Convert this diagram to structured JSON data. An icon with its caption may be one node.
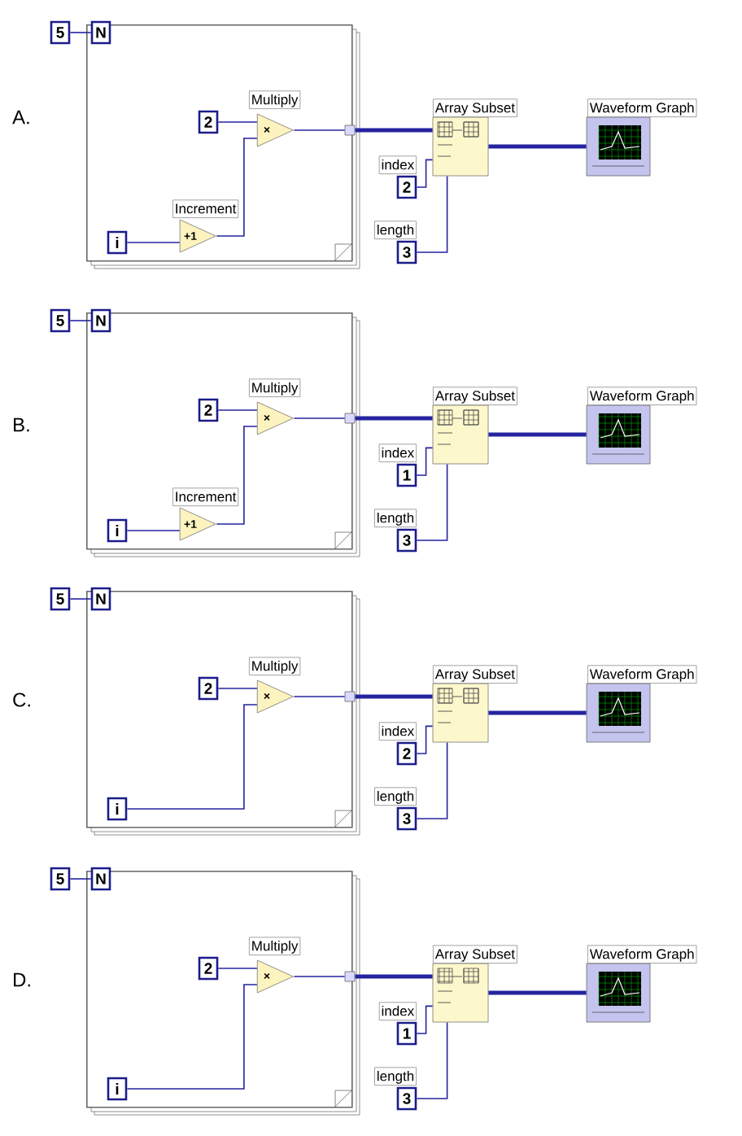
{
  "diagram": {
    "nodes": [
      {
        "text": [],
        "shape": "box"
      },
      {
        "text": [
          "5"
        ]
      },
      {
        "text": [
          "N"
        ],
        "in": 0
      },
      {
        "text": [
          "2"
        ],
        "in": 0
      },
      {
        "text": [
          "Multiply",
          "×"
        ],
        "in": 0
      },
      {
        "text": [
          "Increment",
          "+1"
        ],
        "in": 0
      },
      {
        "text": [
          "i"
        ],
        "in": 0
      },
      {
        "text": [],
        "shape": "box",
        "in": 0
      },
      {
        "text": [
          "Array Subset"
        ]
      },
      {
        "text": [
          "index",
          "2"
        ]
      },
      {
        "text": [
          "length",
          "3"
        ]
      },
      {
        "text": [
          "Waveform Graph"
        ]
      },
      {
        "text": [],
        "shape": "box"
      },
      {
        "text": [
          "5"
        ]
      },
      {
        "text": [
          "N"
        ],
        "in": 12
      },
      {
        "text": [
          "2"
        ],
        "in": 12
      },
      {
        "text": [
          "Multiply",
          "×"
        ],
        "in": 12
      },
      {
        "text": [
          "Increment",
          "+1"
        ],
        "in": 12
      },
      {
        "text": [
          "i"
        ],
        "in": 12
      },
      {
        "text": [],
        "shape": "box",
        "in": 12
      },
      {
        "text": [
          "Array Subset"
        ]
      },
      {
        "text": [
          "index",
          "1"
        ]
      },
      {
        "text": [
          "length",
          "3"
        ]
      },
      {
        "text": [
          "Waveform Graph"
        ]
      },
      {
        "text": [],
        "shape": "box"
      },
      {
        "text": [
          "5"
        ]
      },
      {
        "text": [
          "N"
        ],
        "in": 24
      },
      {
        "text": [
          "2"
        ],
        "in": 24
      },
      {
        "text": [
          "Multiply",
          "×"
        ],
        "in": 24
      },
      {
        "text": [
          "i"
        ],
        "in": 24
      },
      {
        "text": [],
        "shape": "box",
        "in": 24
      },
      {
        "text": [
          "Array Subset"
        ]
      },
      {
        "text": [
          "index",
          "2"
        ]
      },
      {
        "text": [
          "length",
          "3"
        ]
      },
      {
        "text": [
          "Waveform Graph"
        ]
      },
      {
        "text": [],
        "shape": "box"
      },
      {
        "text": [
          "5"
        ]
      },
      {
        "text": [
          "N"
        ],
        "in": 35
      },
      {
        "text": [
          "2"
        ],
        "in": 35
      },
      {
        "text": [
          "Multiply",
          "×"
        ],
        "in": 35
      },
      {
        "text": [
          "i"
        ],
        "in": 35
      },
      {
        "text": [],
        "shape": "box",
        "in": 35
      },
      {
        "text": [
          "Array Subset"
        ]
      },
      {
        "text": [
          "index",
          "1"
        ]
      },
      {
        "text": [
          "length",
          "3"
        ]
      },
      {
        "text": [
          "Waveform Graph"
        ]
      }
    ],
    "edges": [
      {
        "from": 1,
        "to": 2,
        "arrow": "none"
      },
      {
        "from": 3,
        "to": 4,
        "arrow": "none"
      },
      {
        "from": 6,
        "to": 5,
        "arrow": "none"
      },
      {
        "from": 5,
        "to": 4,
        "arrow": "none"
      },
      {
        "from": 4,
        "to": 7,
        "arrow": "none"
      },
      {
        "from": 7,
        "to": 8,
        "arrow": "none",
        "style": "thick"
      },
      {
        "from": 9,
        "to": 8,
        "arrow": "none"
      },
      {
        "from": 10,
        "to": 8,
        "arrow": "none"
      },
      {
        "from": 8,
        "to": 11,
        "arrow": "none",
        "style": "thick"
      },
      {
        "from": 13,
        "to": 14,
        "arrow": "none"
      },
      {
        "from": 15,
        "to": 16,
        "arrow": "none"
      },
      {
        "from": 18,
        "to": 17,
        "arrow": "none"
      },
      {
        "from": 17,
        "to": 16,
        "arrow": "none"
      },
      {
        "from": 16,
        "to": 19,
        "arrow": "none"
      },
      {
        "from": 19,
        "to": 20,
        "arrow": "none",
        "style": "thick"
      },
      {
        "from": 21,
        "to": 20,
        "arrow": "none"
      },
      {
        "from": 22,
        "to": 20,
        "arrow": "none"
      },
      {
        "from": 20,
        "to": 23,
        "arrow": "none",
        "style": "thick"
      },
      {
        "from": 25,
        "to": 26,
        "arrow": "none"
      },
      {
        "from": 27,
        "to": 28,
        "arrow": "none"
      },
      {
        "from": 29,
        "to": 28,
        "arrow": "none"
      },
      {
        "from": 28,
        "to": 30,
        "arrow": "none"
      },
      {
        "from": 30,
        "to": 31,
        "arrow": "none",
        "style": "thick"
      },
      {
        "from": 32,
        "to": 31,
        "arrow": "none"
      },
      {
        "from": 33,
        "to": 31,
        "arrow": "none"
      },
      {
        "from": 31,
        "to": 34,
        "arrow": "none",
        "style": "thick"
      },
      {
        "from": 36,
        "to": 37,
        "arrow": "none"
      },
      {
        "from": 38,
        "to": 39,
        "arrow": "none"
      },
      {
        "from": 40,
        "to": 39,
        "arrow": "none"
      },
      {
        "from": 39,
        "to": 41,
        "arrow": "none"
      },
      {
        "from": 41,
        "to": 42,
        "arrow": "none",
        "style": "thick"
      },
      {
        "from": 43,
        "to": 42,
        "arrow": "none"
      },
      {
        "from": 44,
        "to": 42,
        "arrow": "none"
      },
      {
        "from": 42,
        "to": 45,
        "arrow": "none",
        "style": "thick"
      }
    ],
    "labels": [
      "A.",
      "B.",
      "C.",
      "D."
    ]
  }
}
